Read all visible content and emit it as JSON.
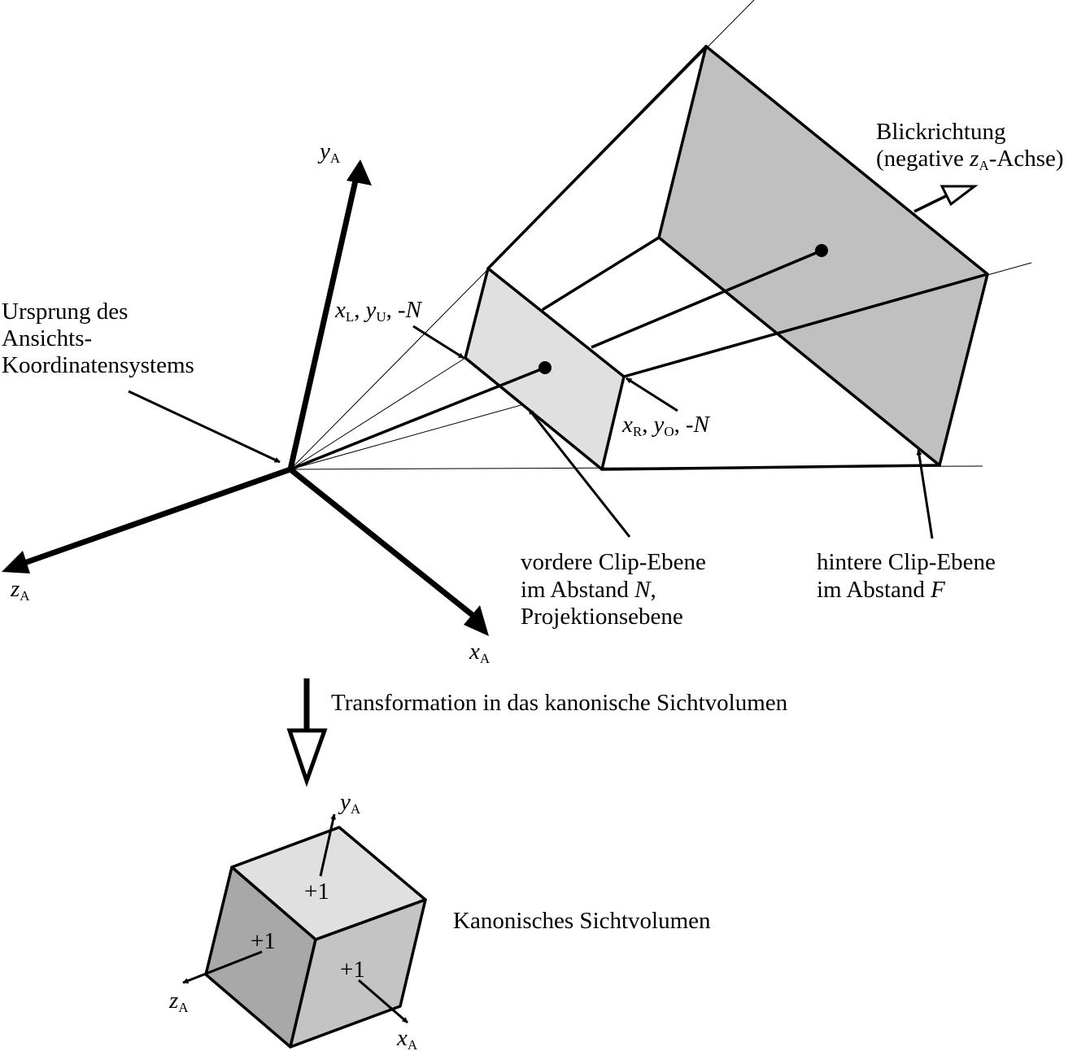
{
  "axes": {
    "y": "y",
    "x": "x",
    "z": "z",
    "sub_A": "A",
    "sub_L": "L",
    "sub_U": "U",
    "sub_R": "R",
    "sub_O": "O",
    "comma": ",",
    "minus": "-",
    "N": "N"
  },
  "labels": {
    "origin": [
      "Ursprung des",
      "Ansichts-",
      "Koordinatensystems"
    ],
    "view_dir_1": "Blickrichtung",
    "view_dir_open": "(negative ",
    "view_dir_close": "-Achse)",
    "front_clip": [
      "vordere Clip-Ebene",
      "im Abstand "
    ],
    "front_clip_end": ",",
    "projection_plane": "Projektionsebene",
    "back_clip": [
      "hintere Clip-Ebene",
      "im Abstand "
    ],
    "F": "F",
    "transformation": "Transformation in das kanonische Sichtvolumen",
    "canonical": "Kanonisches Sichtvolumen",
    "plus_one": "+1"
  },
  "colors": {
    "stroke": "#000000",
    "back_plane": "#c0c0c0",
    "front_plane": "#e0e0e0",
    "cube_top": "#e0e0e0",
    "cube_left": "#a8a8a8",
    "cube_right": "#c4c4c4"
  }
}
